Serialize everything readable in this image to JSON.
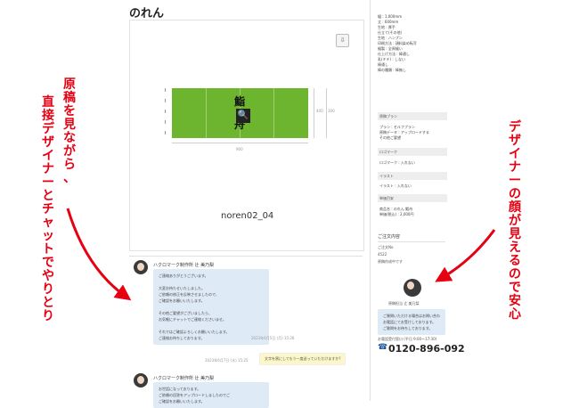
{
  "page_title": "のれん",
  "preview": {
    "product_name": "noren02_04",
    "kanji": [
      "鮨",
      "舟"
    ],
    "dim_bottom": "900",
    "dim_right": "400",
    "dim_right2": "300"
  },
  "chat": {
    "messages": [
      {
        "sender": "ハクロマーク制作所 辻 美乃梨",
        "lines": [
          "ご連絡ありがとうございます。",
          "",
          "大変お待たせいたしました。",
          "ご依頼の修正を反映させましたので、",
          "ご確認をお願いいたします。",
          "",
          "その他ご要望がございましたら、",
          "お気軽にチャットでご連絡くださいませ。",
          "",
          "それではご確認よろしくお願いいたします。",
          "ご連絡お待ちしております。"
        ],
        "time": "2023年6月5日 (月) 15:28"
      },
      {
        "user_time": "2023年6月7日 (水) 15:25",
        "user_text": "文字を黒にしてもう一度送っていただけますか?"
      },
      {
        "sender": "ハクロマーク制作所 辻 美乃梨",
        "lines": [
          "お世話になっております。",
          "ご依頼の回答をアップロードしましたのでご",
          "ご確認をお願いいたします。"
        ]
      }
    ]
  },
  "specs": {
    "rows_top": [
      [
        "幅",
        ": 1,000mm"
      ],
      [
        "丈",
        ": 600mm"
      ],
      [
        "生地",
        ": 厚手"
      ],
      [
        "仕立て(その他)",
        ""
      ],
      [
        "生地",
        ": ハンプン"
      ],
      [
        "印刷方法",
        ": 顔料染め転写"
      ],
      [
        "縫製",
        ": 全周縫い"
      ],
      [
        "仕上げ方法",
        ": 棒通し"
      ],
      [
        "乳(チチ)",
        ": しない"
      ],
      [
        "棒通し",
        ""
      ],
      [
        "棒の種類",
        ": 棒無し"
      ],
      [
        "",
        ""
      ],
      [
        "",
        ""
      ],
      [
        "",
        ""
      ],
      [
        "",
        ""
      ]
    ],
    "section_plan": "原稿プラン",
    "rows_plan": [
      [
        "プラン",
        ": セルフプラン"
      ],
      [
        "原稿データ",
        ": アップロードする"
      ],
      [
        "その他ご要望",
        ""
      ]
    ],
    "section_logo": "ロゴマーク",
    "rows_logo": [
      [
        "ロゴマーク",
        ": 入れない"
      ]
    ],
    "section_illust": "イラスト",
    "rows_illust": [
      [
        "イラスト",
        ": 入れない"
      ]
    ],
    "section_price": "単価目安",
    "rows_price": [
      [
        "商品名",
        ": のれん 鮨舟"
      ],
      [
        "単価(税込)",
        ": 2,000円"
      ]
    ]
  },
  "order": {
    "title": "ご注文内容",
    "order_no_label": "ご注文No",
    "order_no": "4522",
    "order_status": "原稿作成中です",
    "designer_name": "原稿担当 辻 美乃梨",
    "designer_msg": [
      "ご質問いただける場合はお問い合わせ",
      "お電話にてお受けしております。",
      "ご質問をお待ちしております。"
    ],
    "contact_label": "お電話受付窓口 (平日 9:00〜17:30)",
    "phone": "0120-896-092"
  },
  "annotations": {
    "left_col1": "原稿を見ながら、",
    "left_col2": "直接デザイナーとチャットでやりとり",
    "right_col1": "デザイナーの顔が見えるので安心"
  },
  "colors": {
    "fabric": "#6db52e",
    "accent_red": "#e60012",
    "bubble_blue": "#dfeaf7",
    "bubble_yellow": "#fbf7c8"
  }
}
